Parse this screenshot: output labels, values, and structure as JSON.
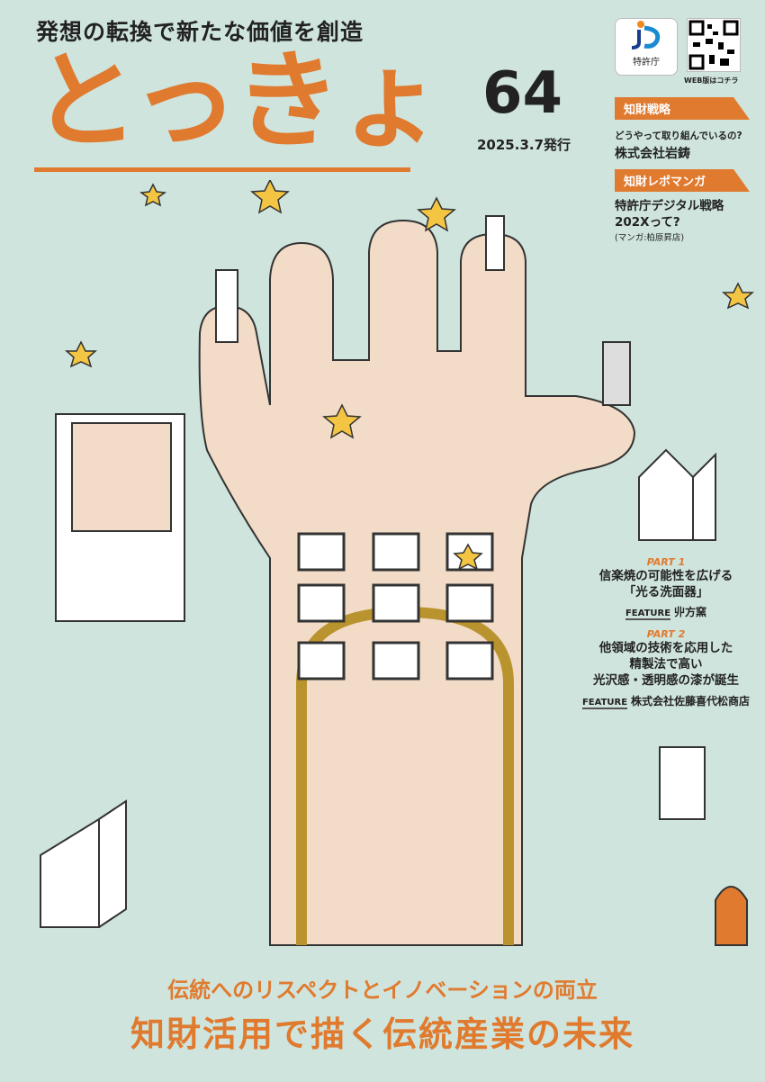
{
  "header": {
    "tagline": "発想の転換で新たな価値を創造",
    "logo": "とっきょ",
    "issue": "64",
    "date": "2025.3.7発行"
  },
  "jpo": {
    "label": "特許庁"
  },
  "qr": {
    "caption": "WEB版はコチラ"
  },
  "sidebar": [
    {
      "ribbon": "知財戦略",
      "lead": "どうやって取り組んでいるの?",
      "title": "株式会社岩鋳"
    },
    {
      "ribbon": "知財レポマンガ",
      "title": "特許庁デジタル戦略 202Xって?",
      "note": "(マンガ:柏原昇店)"
    }
  ],
  "features": [
    {
      "part": "PART 1",
      "title_lines": [
        "信楽焼の可能性を広げる",
        "「光る洗面器」"
      ],
      "feature_label": "FEATURE",
      "name": "丱方窯"
    },
    {
      "part": "PART 2",
      "title_lines": [
        "他領域の技術を応用した",
        "精製法で高い",
        "光沢感・透明感の漆が誕生"
      ],
      "feature_label": "FEATURE",
      "name": "株式会社佐藤喜代松商店"
    }
  ],
  "footer": {
    "subtitle": "伝統へのリスペクトとイノベーションの両立",
    "title": "知財活用で描く伝統産業の未来"
  },
  "colors": {
    "accent": "#e07a2e",
    "background": "#cfe4dd",
    "hand": "#f2dcc8",
    "gold": "#b8932e"
  }
}
